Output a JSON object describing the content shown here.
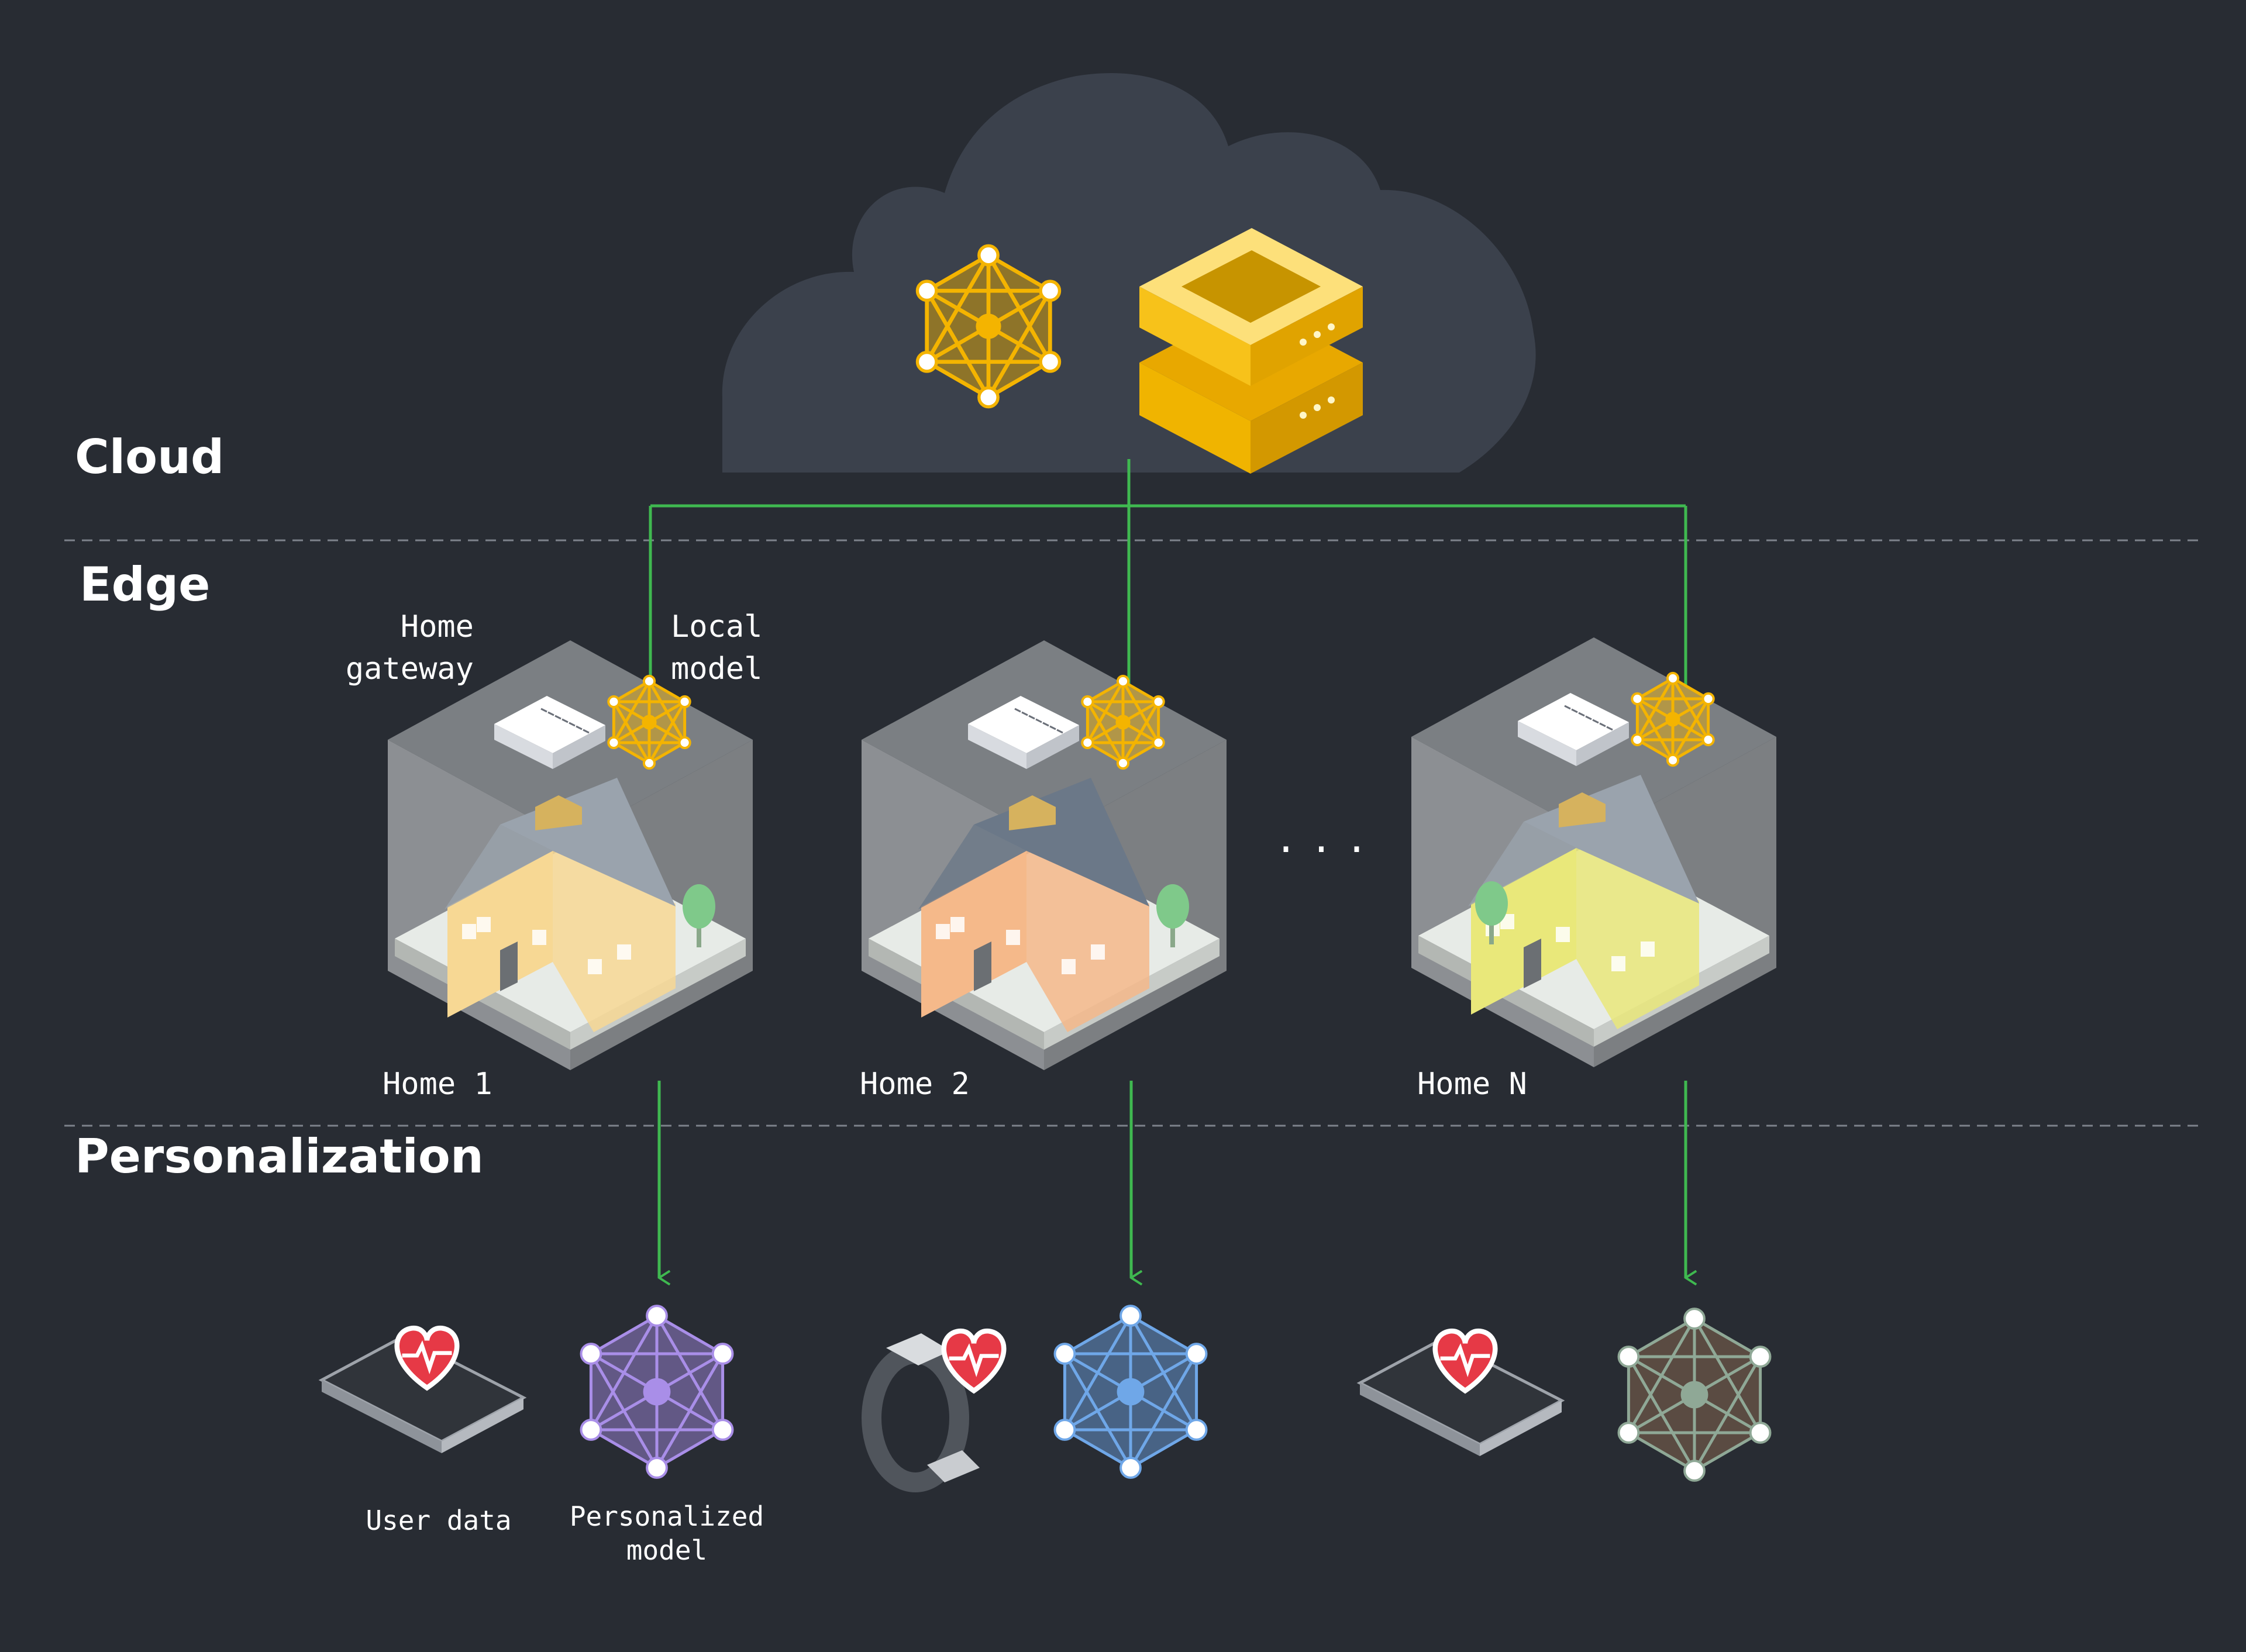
{
  "tiers": {
    "cloud": "Cloud",
    "edge": "Edge",
    "personalization": "Personalization"
  },
  "edge_labels": {
    "home_gateway": [
      "Home",
      "gateway"
    ],
    "local_model": [
      "Local",
      "model"
    ]
  },
  "homes": [
    {
      "label": "Home 1",
      "wall_color": "#f7d894",
      "roof_color": "#9aa3ad"
    },
    {
      "label": "Home 2",
      "wall_color": "#f5b98a",
      "roof_color": "#6b7888"
    },
    {
      "label": "Home N",
      "wall_color": "#e9e87a",
      "roof_color": "#9aa3ad"
    }
  ],
  "ellipsis": "...",
  "personalization_labels": {
    "user_data": "User data",
    "personalized_model": [
      "Personalized",
      "model"
    ]
  },
  "devices": [
    "phone-icon",
    "smartwatch-icon",
    "phone-icon"
  ],
  "personalized_model_colors": [
    "#a98ee8",
    "#6fa7e8",
    "#8fa896"
  ],
  "colors": {
    "background": "#282c33",
    "cloud": "#3b414c",
    "connector": "#3fb950",
    "accent": "#f4b400",
    "heart": "#e63946",
    "divider": "#8a8f98"
  }
}
